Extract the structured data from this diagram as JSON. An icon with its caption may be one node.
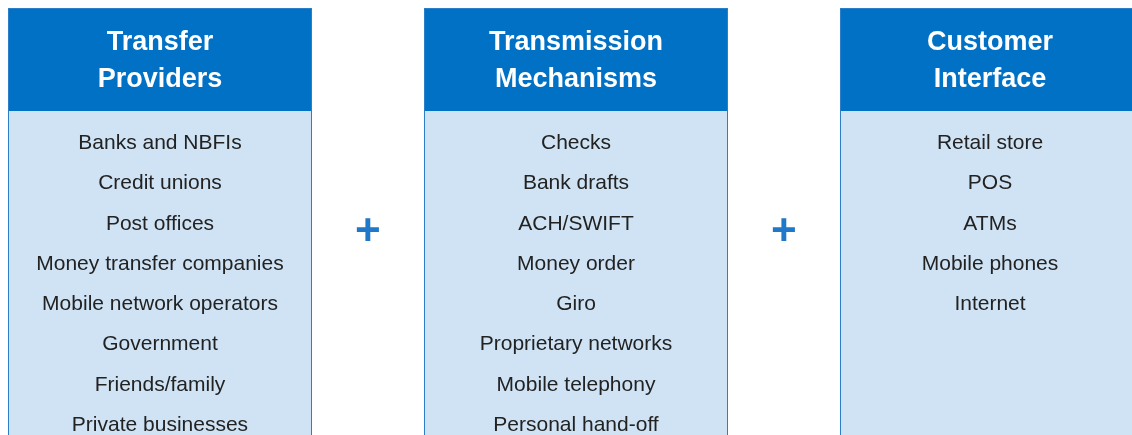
{
  "diagram": {
    "nodes": [
      {
        "text": [
          "Transfer Providers",
          "Banks and NBFIs",
          "Credit unions",
          "Post offices",
          "Money transfer companies",
          "Mobile network operators",
          "Government",
          "Friends/family",
          "Private businesses"
        ]
      },
      {
        "text": [
          "Transmission Mechanisms",
          "Checks",
          "Bank drafts",
          "ACH/SWIFT",
          "Money order",
          "Giro",
          "Proprietary networks",
          "Mobile telephony",
          "Personal hand-off"
        ]
      },
      {
        "text": [
          "Customer Interface",
          "Retail store",
          "POS",
          "ATMs",
          "Mobile phones",
          "Internet"
        ]
      }
    ],
    "labels": [
      "+",
      "+"
    ]
  }
}
